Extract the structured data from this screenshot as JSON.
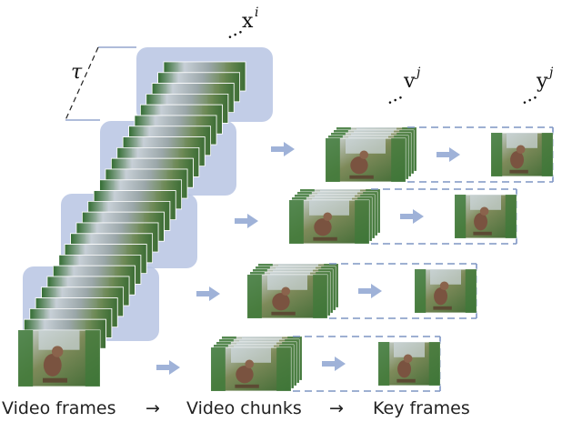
{
  "labels": {
    "tau": "τ",
    "x_base": "x",
    "x_sup": "i",
    "v_base": "v",
    "v_sup": "j",
    "y_base": "y",
    "y_sup": "j",
    "dots": "..."
  },
  "captions": {
    "video_frames": "Video frames",
    "video_chunks": "Video chunks",
    "key_frames": "Key frames",
    "arrow": "→"
  },
  "colors": {
    "window_fill": "#b7c4e3",
    "arrow": "#9fb2d8",
    "dashed": "#7f95c4",
    "sky": "#cfd8de",
    "grass": "#3f7a3a",
    "bird": "#7a5340"
  }
}
